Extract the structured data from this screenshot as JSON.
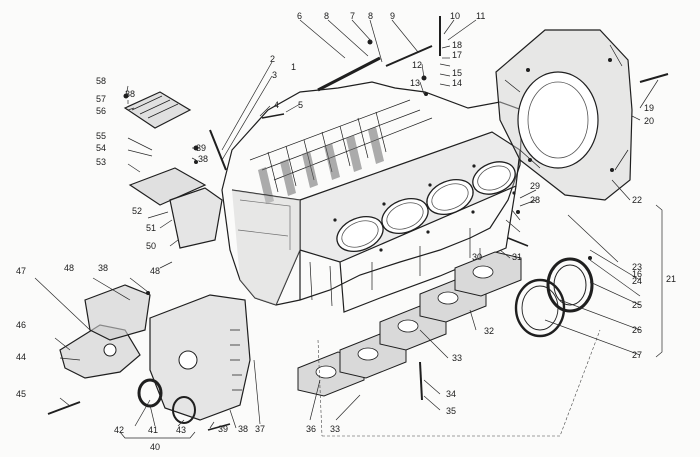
{
  "figure": {
    "labels": [
      {
        "id": "c1",
        "text": "1"
      },
      {
        "id": "c2",
        "text": "2"
      },
      {
        "id": "c3",
        "text": "3"
      },
      {
        "id": "c4",
        "text": "4"
      },
      {
        "id": "c5",
        "text": "5"
      },
      {
        "id": "c6",
        "text": "6"
      },
      {
        "id": "c7",
        "text": "7"
      },
      {
        "id": "c8a",
        "text": "8"
      },
      {
        "id": "c8b",
        "text": "8"
      },
      {
        "id": "c9",
        "text": "9"
      },
      {
        "id": "c10",
        "text": "10"
      },
      {
        "id": "c11",
        "text": "11"
      },
      {
        "id": "c12",
        "text": "12"
      },
      {
        "id": "c13",
        "text": "13"
      },
      {
        "id": "c14",
        "text": "14"
      },
      {
        "id": "c15",
        "text": "15"
      },
      {
        "id": "c16",
        "text": "16"
      },
      {
        "id": "c17",
        "text": "17"
      },
      {
        "id": "c18",
        "text": "18"
      },
      {
        "id": "c19",
        "text": "19"
      },
      {
        "id": "c20",
        "text": "20"
      },
      {
        "id": "c21",
        "text": "21"
      },
      {
        "id": "c22",
        "text": "22"
      },
      {
        "id": "c23",
        "text": "23"
      },
      {
        "id": "c24",
        "text": "24"
      },
      {
        "id": "c25",
        "text": "25"
      },
      {
        "id": "c26",
        "text": "26"
      },
      {
        "id": "c27",
        "text": "27"
      },
      {
        "id": "c28",
        "text": "28"
      },
      {
        "id": "c29",
        "text": "29"
      },
      {
        "id": "c30",
        "text": "30"
      },
      {
        "id": "c31",
        "text": "31"
      },
      {
        "id": "c32",
        "text": "32"
      },
      {
        "id": "c33a",
        "text": "33"
      },
      {
        "id": "c33b",
        "text": "33"
      },
      {
        "id": "c34",
        "text": "34"
      },
      {
        "id": "c35",
        "text": "35"
      },
      {
        "id": "c36",
        "text": "36"
      },
      {
        "id": "c37",
        "text": "37"
      },
      {
        "id": "c38a",
        "text": "38"
      },
      {
        "id": "c38b",
        "text": "38"
      },
      {
        "id": "c38c",
        "text": "38"
      },
      {
        "id": "c38d",
        "text": "38"
      },
      {
        "id": "c39a",
        "text": "39"
      },
      {
        "id": "c39b",
        "text": "39"
      },
      {
        "id": "c40",
        "text": "40"
      },
      {
        "id": "c41",
        "text": "41"
      },
      {
        "id": "c42",
        "text": "42"
      },
      {
        "id": "c43",
        "text": "43"
      },
      {
        "id": "c44",
        "text": "44"
      },
      {
        "id": "c45",
        "text": "45"
      },
      {
        "id": "c46",
        "text": "46"
      },
      {
        "id": "c47",
        "text": "47"
      },
      {
        "id": "c48a",
        "text": "48"
      },
      {
        "id": "c48b",
        "text": "48"
      },
      {
        "id": "c50",
        "text": "50"
      },
      {
        "id": "c51",
        "text": "51"
      },
      {
        "id": "c52",
        "text": "52"
      },
      {
        "id": "c53",
        "text": "53"
      },
      {
        "id": "c54",
        "text": "54"
      },
      {
        "id": "c55",
        "text": "55"
      },
      {
        "id": "c56",
        "text": "56"
      },
      {
        "id": "c57",
        "text": "57"
      },
      {
        "id": "c58",
        "text": "58"
      }
    ]
  }
}
